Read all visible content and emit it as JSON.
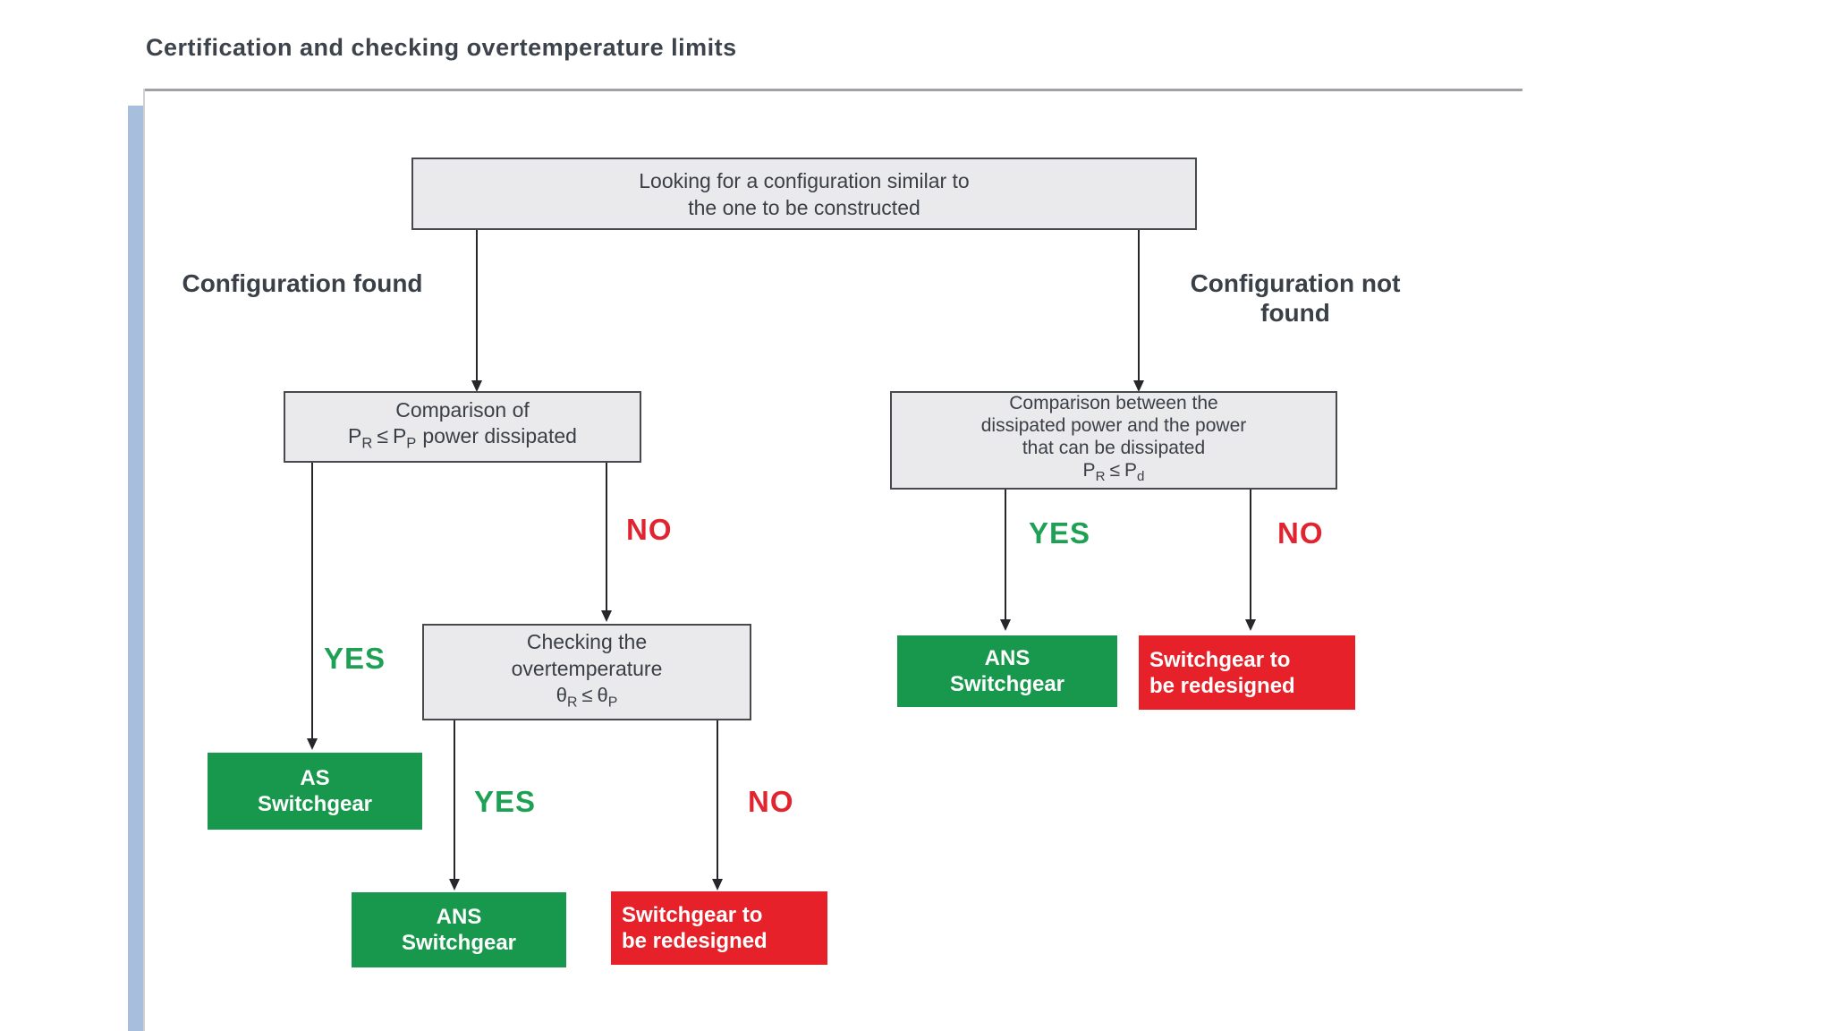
{
  "title": "Certification and checking overtemperature limits",
  "colors": {
    "green_box": "#17984d",
    "red_box": "#e62129",
    "yes_text": "#1fa155",
    "no_text": "#e02531",
    "node_fill": "#eaeaec",
    "node_border": "#46494e",
    "accent_bar_blue": "#a8bedd",
    "arrow": "#26272b"
  },
  "flowchart": {
    "top_box": {
      "line1": "Looking for a configuration similar to",
      "line2": "the one to be constructed"
    },
    "branch_left_label": {
      "line1": "Configuration",
      "line2": "found"
    },
    "branch_right_label": {
      "line1": "Configuration",
      "line2": "not found"
    },
    "compare_left": {
      "line1": "Comparison of",
      "f_sym1": "P",
      "f_sub1": "R",
      "f_op": "≤",
      "f_sym2": "P",
      "f_sub2": "P",
      "f_tail": "power dissipated"
    },
    "compare_right": {
      "line1": "Comparison between the",
      "line2": "dissipated power and the power",
      "line3": "that can be dissipated",
      "f_sym1": "P",
      "f_sub1": "R",
      "f_op": "≤",
      "f_sym2": "P",
      "f_sub2": "d"
    },
    "checking_box": {
      "line1": "Checking the",
      "line2": "overtemperature",
      "f_sym1": "θ",
      "f_sub1": "R",
      "f_op": "≤",
      "f_sym2": "θ",
      "f_sub2": "P"
    },
    "labels": {
      "yes": "YES",
      "no": "NO"
    },
    "outcomes": {
      "as": {
        "line1": "AS",
        "line2": "Switchgear"
      },
      "ans_left": {
        "line1": "ANS",
        "line2": "Switchgear"
      },
      "redesign_left": {
        "line1": "Switchgear to",
        "line2": "be redesigned"
      },
      "ans_right": {
        "line1": "ANS",
        "line2": "Switchgear"
      },
      "redesign_right": {
        "line1": "Switchgear to",
        "line2": "be redesigned"
      }
    }
  }
}
